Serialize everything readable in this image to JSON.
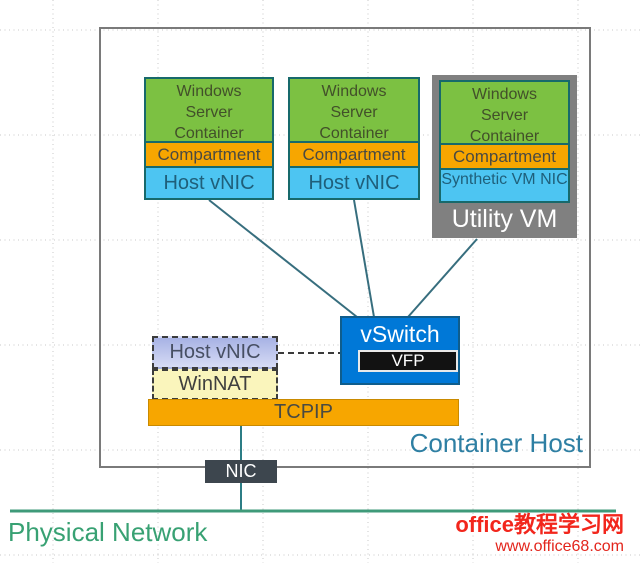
{
  "labels": {
    "container_host": "Container Host",
    "physical_network": "Physical Network",
    "nic": "NIC",
    "tcpip": "TCPIP",
    "winnat": "WinNAT",
    "host_vnic_nat": "Host vNIC",
    "vswitch": "vSwitch",
    "vfp": "VFP",
    "utility_vm": "Utility VM"
  },
  "containers": [
    {
      "title": "Windows Server Container",
      "compartment": "Compartment",
      "nic": "Host vNIC"
    },
    {
      "title": "Windows Server Container",
      "compartment": "Compartment",
      "nic": "Host vNIC"
    },
    {
      "title": "Windows Server Container",
      "compartment": "Compartment",
      "nic": "Synthetic VM NIC"
    }
  ],
  "watermark": {
    "line1": "office教程学习网",
    "line2": "www.office68.com"
  },
  "colors": {
    "container_green": "#7cc142",
    "compartment_orange": "#f7a600",
    "vnic_blue": "#4dc5f2",
    "vswitch_blue": "#0078d7",
    "vfp_black": "#121212",
    "utility_gray": "#808080",
    "nic_dark": "#3d464e",
    "winnat_yellow": "#faf5bc",
    "hostvnic_lavender": "#a7b2e4",
    "network_green": "#3f9a79",
    "connector_teal": "#376e7e",
    "host_label_teal": "#2e7fa3",
    "watermark_red": "#f2261c"
  }
}
